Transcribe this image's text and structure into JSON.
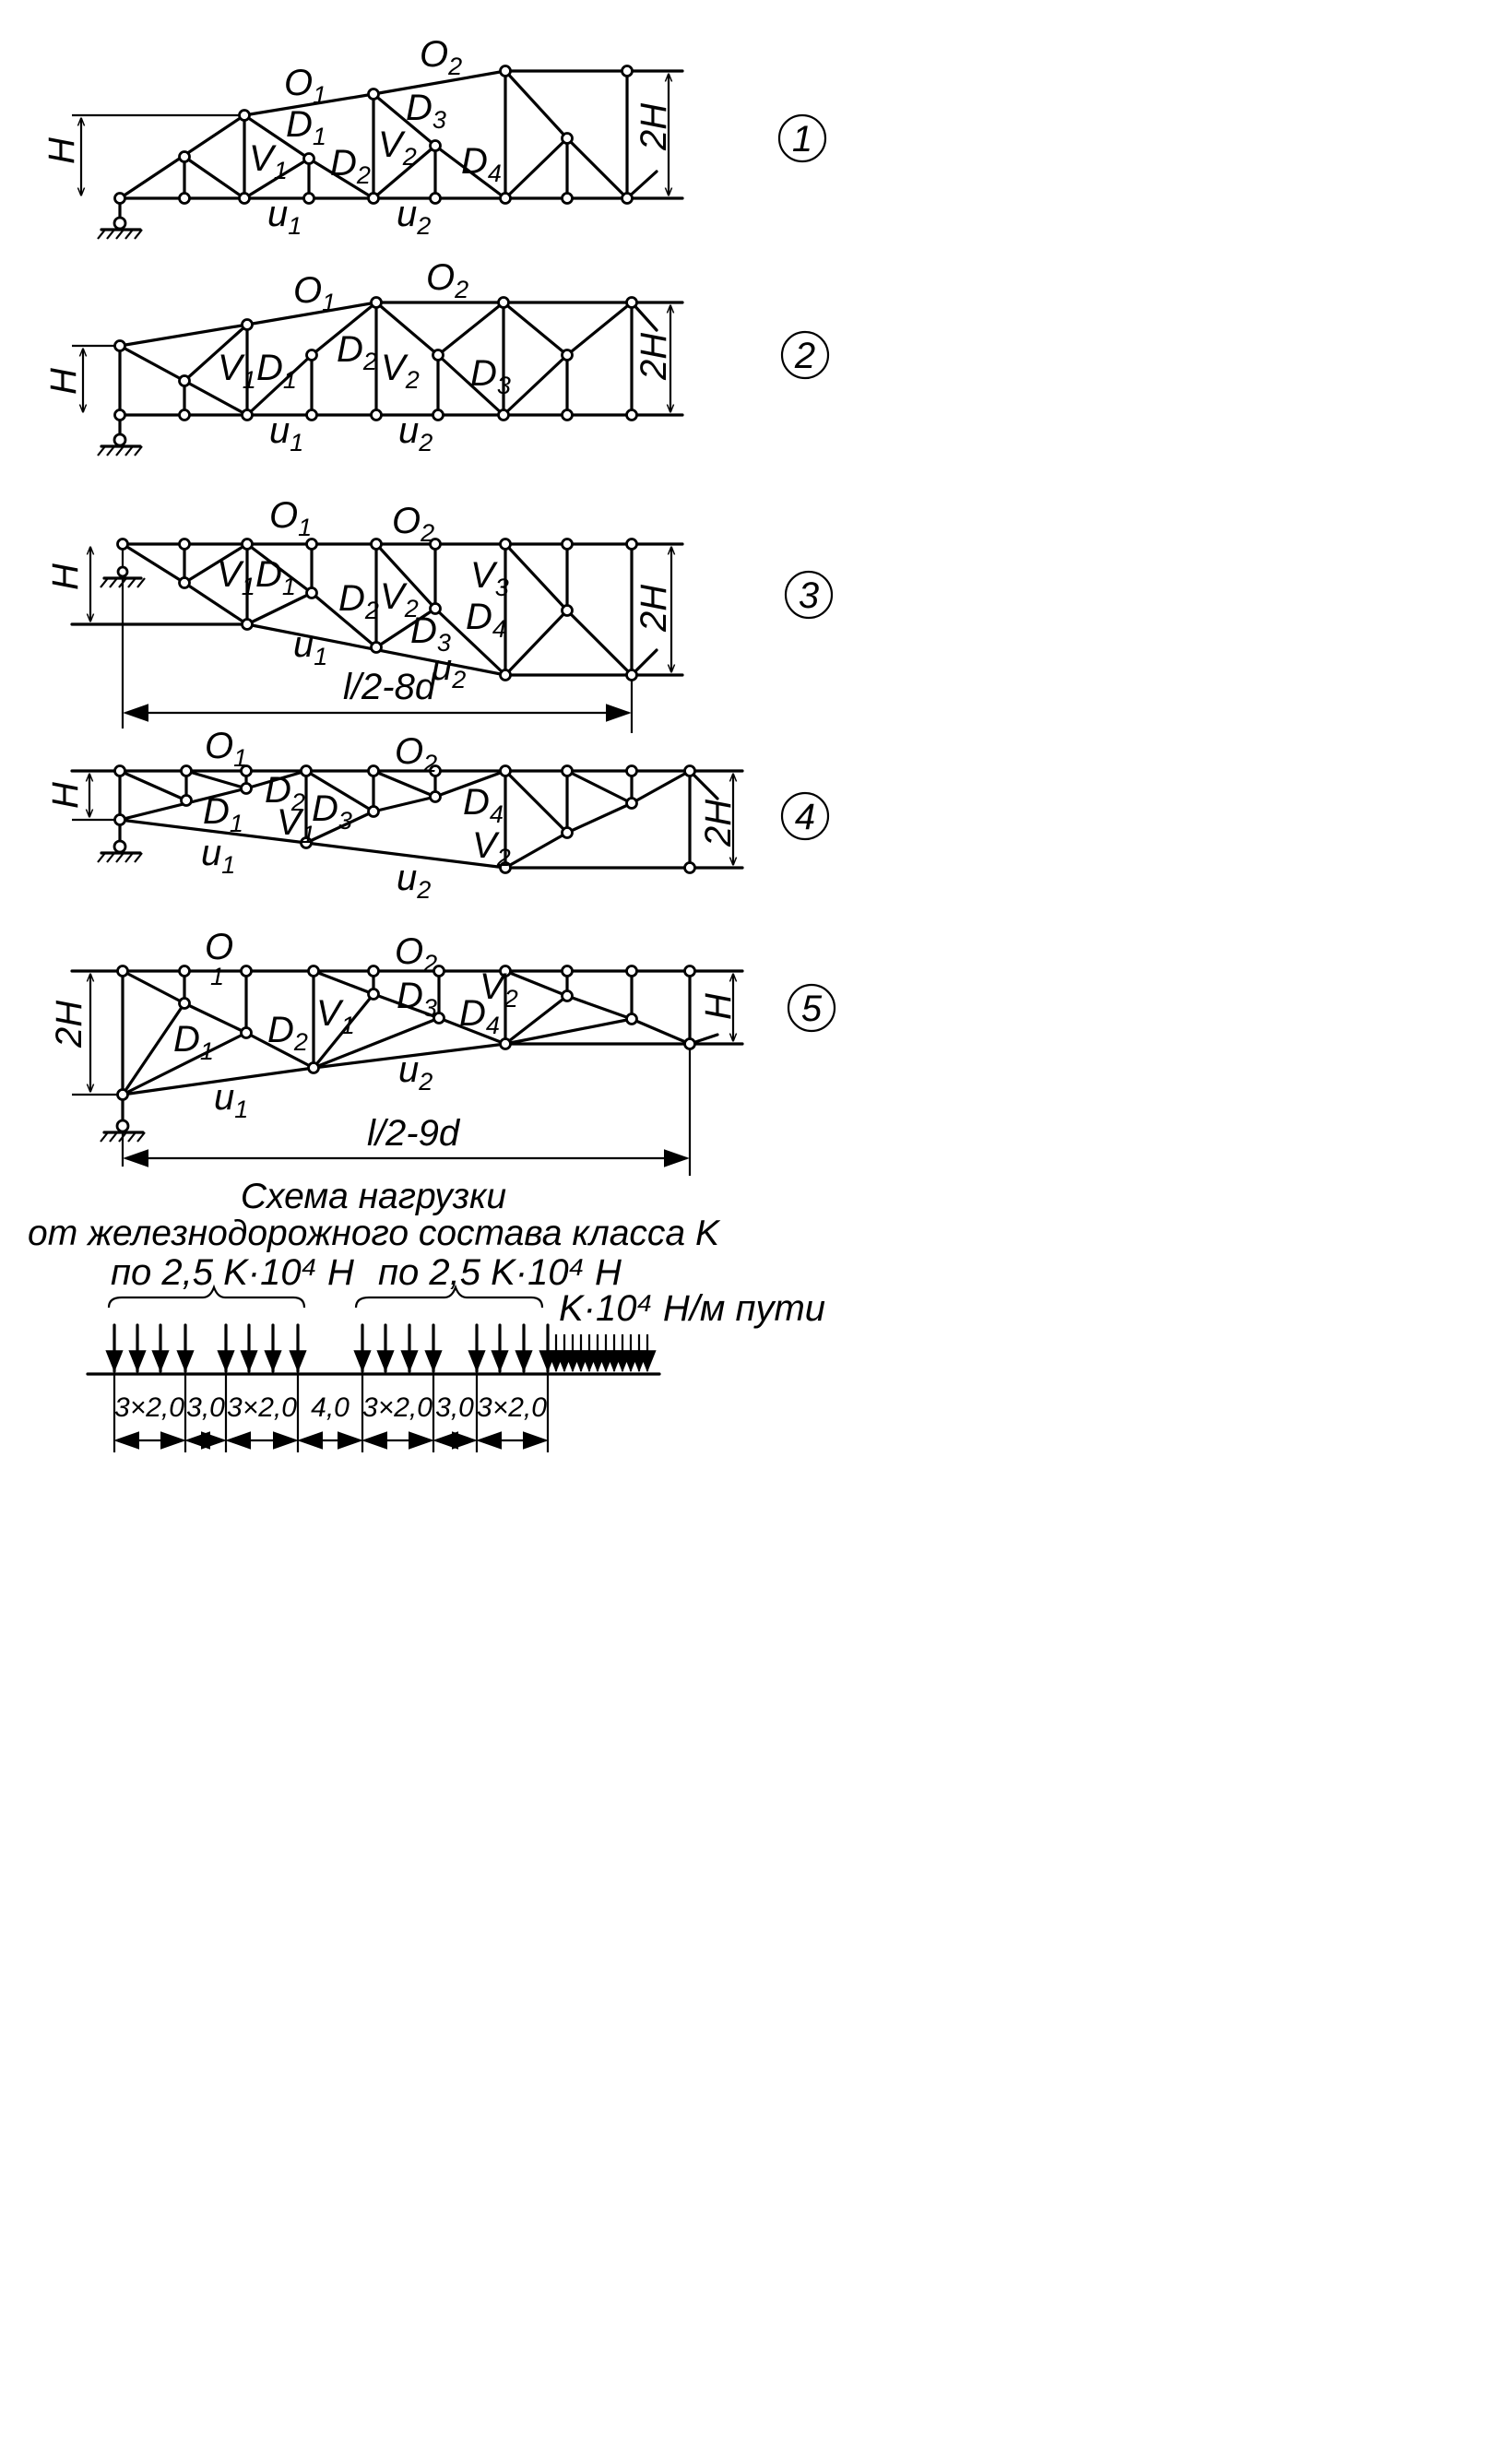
{
  "schemes": [
    {
      "number": "1",
      "labels": {
        "H": "H",
        "2H": "2H",
        "O1": "O",
        "O1s": "1",
        "O2": "O",
        "O2s": "2",
        "D1": "D",
        "D1s": "1",
        "D2": "D",
        "D2s": "2",
        "D3": "D",
        "D3s": "3",
        "D4": "D",
        "D4s": "4",
        "V1": "V",
        "V1s": "1",
        "V2": "V",
        "V2s": "2",
        "u1": "u",
        "u1s": "1",
        "u2": "u",
        "u2s": "2"
      }
    },
    {
      "number": "2",
      "labels": {
        "H": "H",
        "2H": "2H",
        "O1": "O",
        "O1s": "1",
        "O2": "O",
        "O2s": "2",
        "D1": "D",
        "D1s": "1",
        "D2": "D",
        "D2s": "2",
        "D3": "D",
        "D3s": "3",
        "V1": "V",
        "V1s": "1",
        "V2": "V",
        "V2s": "2",
        "u1": "u",
        "u1s": "1",
        "u2": "u",
        "u2s": "2"
      }
    },
    {
      "number": "3",
      "labels": {
        "H": "H",
        "2H": "2H",
        "O1": "O",
        "O1s": "1",
        "O2": "O",
        "O2s": "2",
        "D1": "D",
        "D1s": "1",
        "D2": "D",
        "D2s": "2",
        "D3": "D",
        "D3s": "3",
        "D4": "D",
        "D4s": "4",
        "V1": "V",
        "V1s": "1",
        "V2": "V",
        "V2s": "2",
        "V3": "V",
        "V3s": "3",
        "u1": "u",
        "u1s": "1",
        "u2": "u",
        "u2s": "2",
        "span": "l/2-8d"
      }
    },
    {
      "number": "4",
      "labels": {
        "H": "H",
        "2H": "2H",
        "O1": "O",
        "O1s": "1",
        "O2": "O",
        "O2s": "2",
        "D1": "D",
        "D1s": "1",
        "D2": "D",
        "D2s": "2",
        "D3": "D",
        "D3s": "3",
        "D4": "D",
        "D4s": "4",
        "V1": "V",
        "V1s": "1",
        "V2": "V",
        "V2s": "2",
        "u1": "u",
        "u1s": "1",
        "u2": "u",
        "u2s": "2"
      }
    },
    {
      "number": "5",
      "labels": {
        "H": "H",
        "2H": "2H",
        "O1": "O",
        "O1s": "1",
        "O2": "O",
        "O2s": "2",
        "D1": "D",
        "D1s": "1",
        "D2": "D",
        "D2s": "2",
        "D3": "D",
        "D3s": "3",
        "D4": "D",
        "D4s": "4",
        "V1": "V",
        "V1s": "1",
        "V2": "V",
        "V2s": "2",
        "u1": "u",
        "u1s": "1",
        "u2": "u",
        "u2s": "2",
        "span": "l/2-9d"
      }
    }
  ],
  "load": {
    "title_line1": "Схема нагрузки",
    "title_line2": "от железнодорожного состава класса K",
    "group_left": "по 2,5 K·10⁴ H",
    "group_right": "по 2,5 K·10⁴ H",
    "distributed": "K·10⁴ H/м пути",
    "dims": [
      "3×2,0",
      "3,0",
      "3×2,0",
      "4,0",
      "3×2,0",
      "3,0",
      "3×2,0"
    ]
  }
}
